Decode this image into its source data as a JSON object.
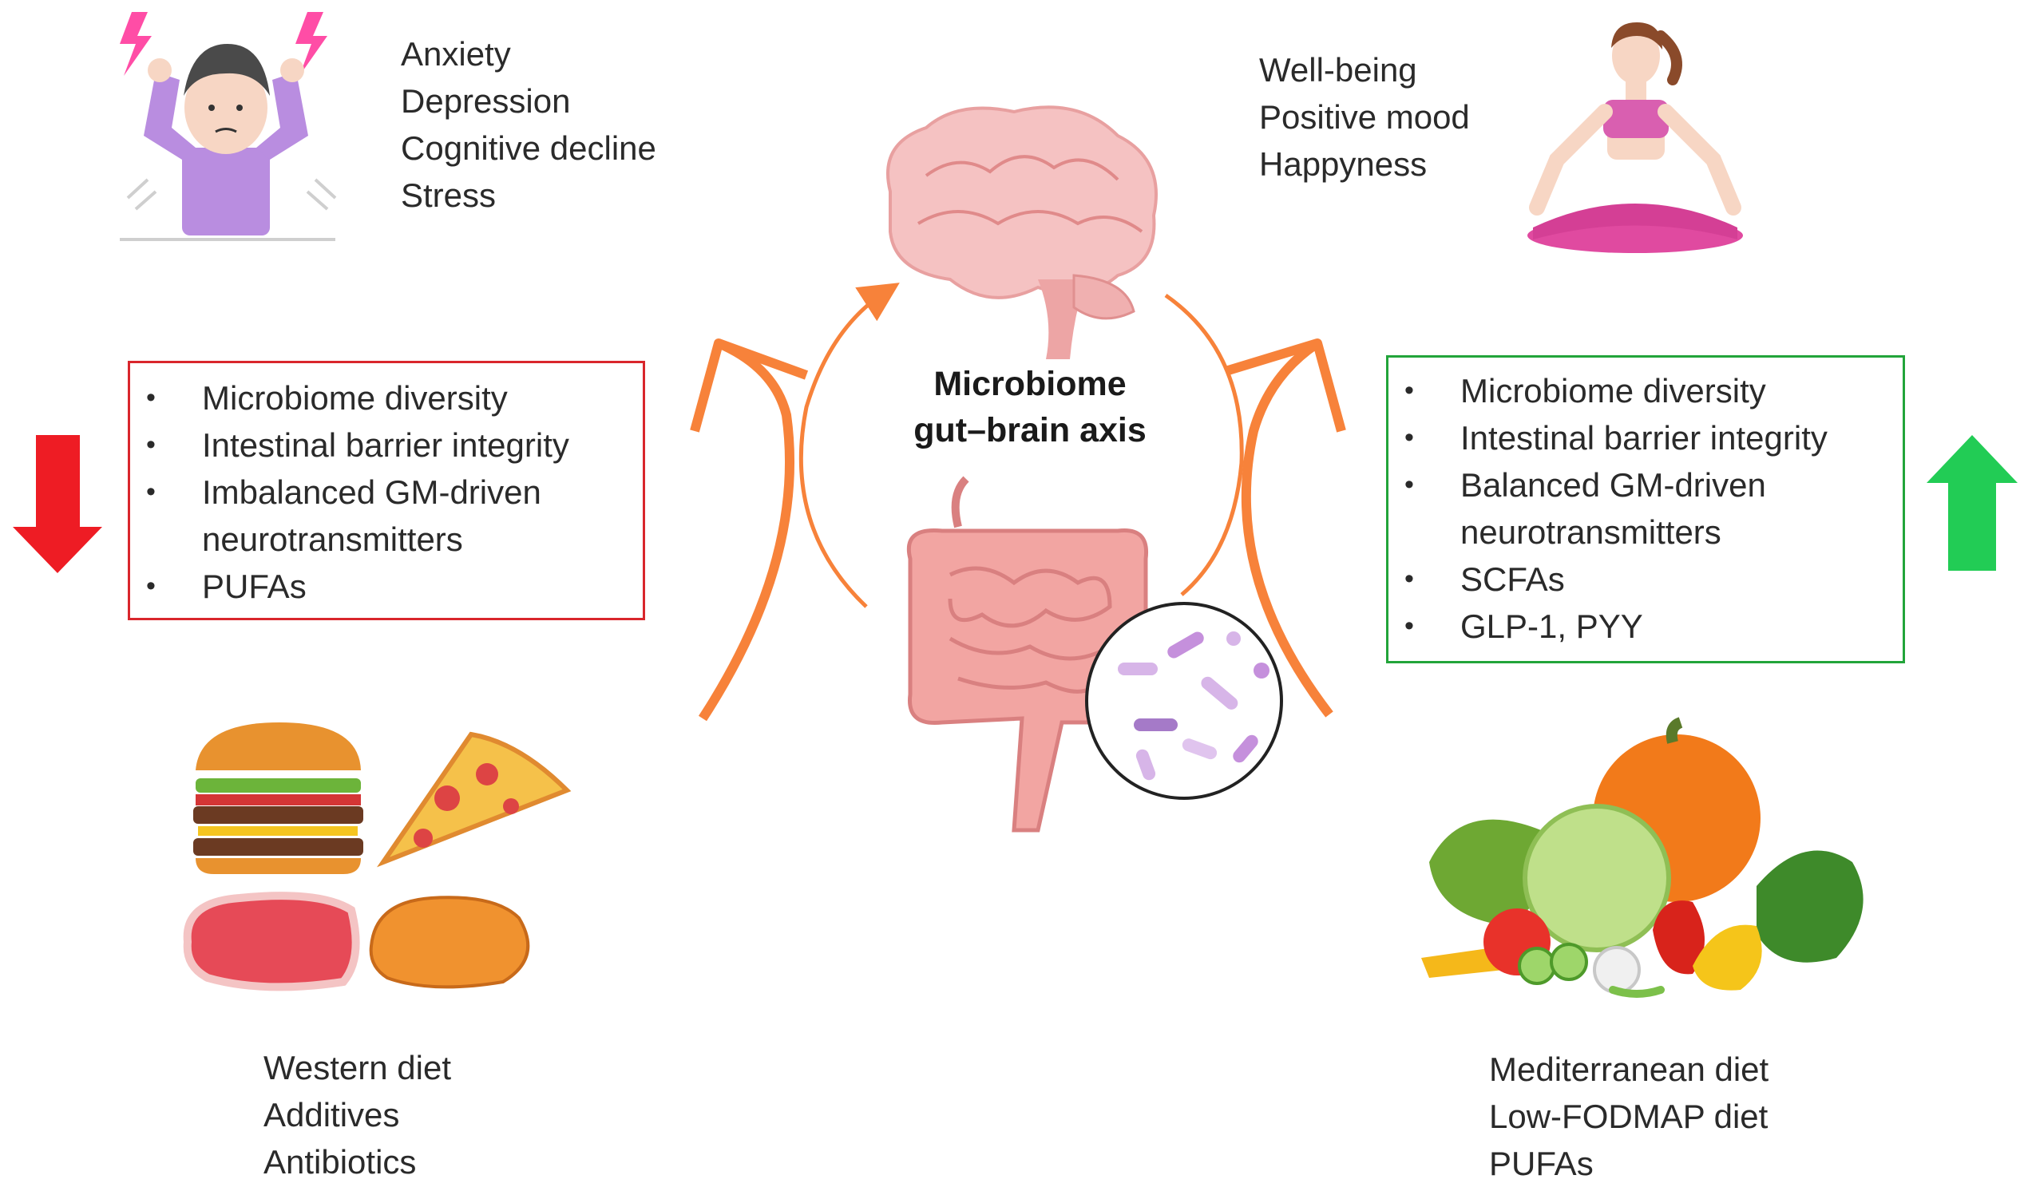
{
  "negative_outcomes": [
    "Anxiety",
    "Depression",
    "Cognitive decline",
    "Stress"
  ],
  "positive_outcomes": [
    "Well-being",
    "Positive mood",
    "Happyness"
  ],
  "center": {
    "line1": "Microbiome",
    "line2": "gut–brain axis"
  },
  "left_box": {
    "border_color": "#d9262c",
    "items": [
      {
        "text": "Microbiome diversity"
      },
      {
        "text": "Intestinal barrier integrity"
      },
      {
        "text": "Imbalanced GM-driven",
        "cont": "neurotransmitters"
      },
      {
        "text": "PUFAs"
      }
    ]
  },
  "right_box": {
    "border_color": "#22a43a",
    "items": [
      {
        "text": "Microbiome diversity"
      },
      {
        "text": "Intestinal barrier integrity"
      },
      {
        "text": "Balanced GM-driven",
        "cont": "neurotransmitters"
      },
      {
        "text": "SCFAs"
      },
      {
        "text": "GLP-1, PYY"
      }
    ]
  },
  "bullet": "•",
  "left_diet": [
    "Western diet",
    "Additives",
    "Antibiotics"
  ],
  "right_diet": [
    "Mediterranean diet",
    "Low-FODMAP diet",
    "PUFAs"
  ],
  "icons": {
    "decrease": "down-arrow-icon",
    "increase": "up-arrow-icon",
    "stressed_person": "stressed-person-icon",
    "meditating_person": "meditating-person-icon",
    "brain": "brain-icon",
    "intestine": "intestine-icon",
    "bacteria": "bacteria-icon",
    "junk_food": "junk-food-icon",
    "vegetables": "vegetables-icon"
  },
  "colors": {
    "decrease_arrow": "#ee1c24",
    "increase_arrow": "#22cc55",
    "cycle_arrows": "#f7823a"
  }
}
